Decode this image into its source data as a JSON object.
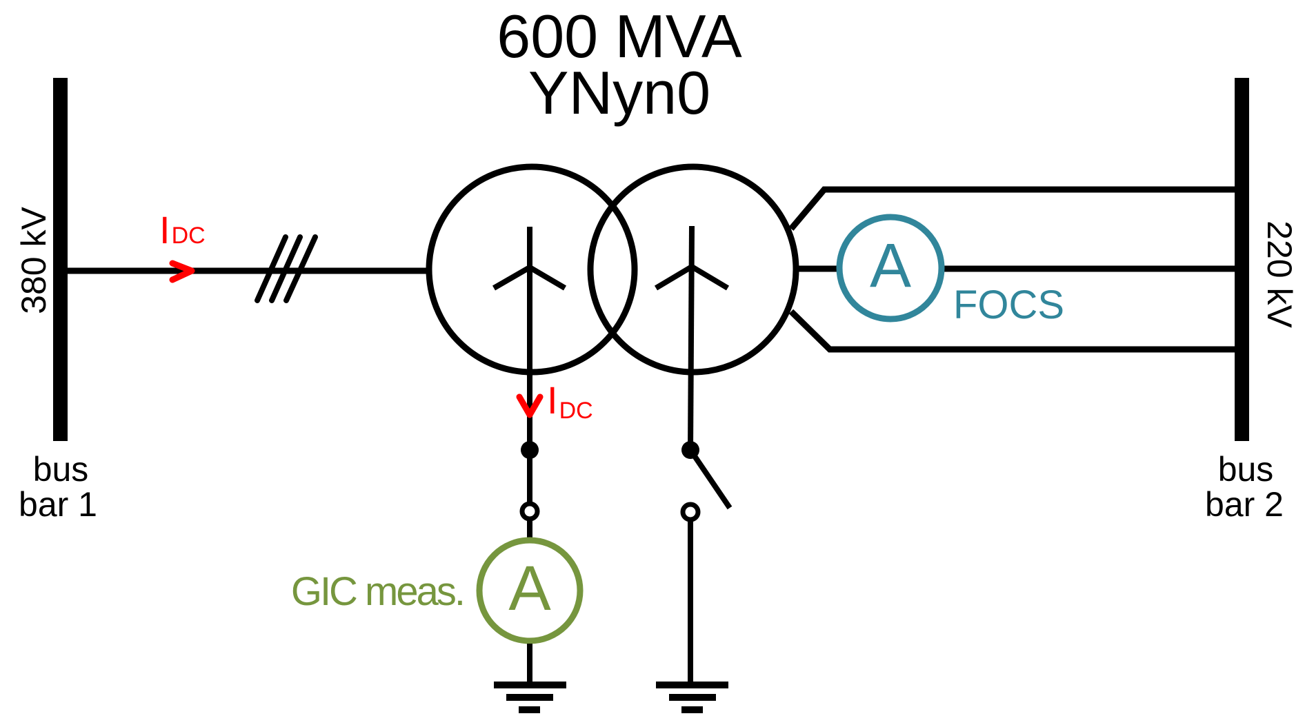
{
  "title": {
    "rating": "600 MVA",
    "vector_group": "YNyn0"
  },
  "colors": {
    "line": "#000000",
    "dc_current": "#ff0000",
    "gic_meter": "#76963e",
    "focs_meter": "#31869b",
    "background": "#ffffff"
  },
  "bus_bars": [
    {
      "name_line1": "bus",
      "name_line2": "bar 1",
      "voltage": "380 kV"
    },
    {
      "name_line1": "bus",
      "name_line2": "bar 2",
      "voltage": "220 kV"
    }
  ],
  "dc_current": {
    "symbol": "I",
    "subscript": "DC"
  },
  "meters": {
    "gic": {
      "symbol": "A",
      "label": "GIC meas."
    },
    "focs": {
      "symbol": "A",
      "label": "FOCS"
    }
  },
  "transformer": {
    "hv_winding": "star-grounded",
    "lv_winding": "star-grounded"
  },
  "neutral_switches": {
    "hv": "closed",
    "lv": "open"
  }
}
